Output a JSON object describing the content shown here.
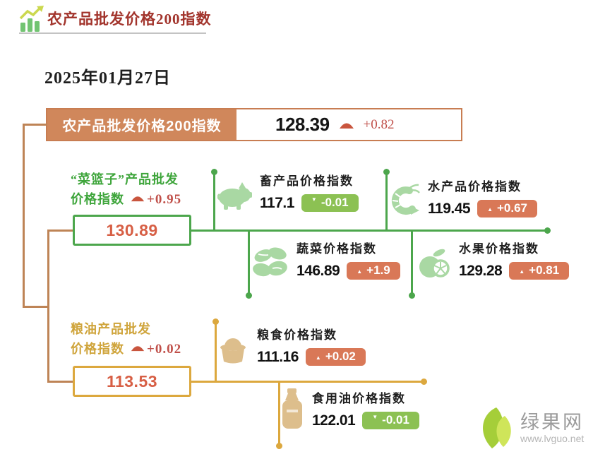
{
  "header": {
    "title": "农产品批发价格200指数"
  },
  "date": "2025年01月27日",
  "main_index": {
    "label": "农产品批发价格200指数",
    "value": "128.39",
    "change": "+0.82",
    "direction": "up"
  },
  "groups": {
    "basket": {
      "title_line1": "“菜篮子”产品批发",
      "title_line2": "价格指数",
      "change": "+0.95",
      "direction": "up",
      "value": "130.89"
    },
    "grain_oil": {
      "title_line1": "粮油产品批发",
      "title_line2": "价格指数",
      "change": "+0.02",
      "direction": "up",
      "value": "113.53"
    }
  },
  "items": [
    {
      "name": "livestock",
      "icon": "pig-icon",
      "title": "畜产品价格指数",
      "value": "117.1",
      "change": "-0.01",
      "direction": "down"
    },
    {
      "name": "aquatic",
      "icon": "shrimp-icon",
      "title": "水产品价格指数",
      "value": "119.45",
      "change": "+0.67",
      "direction": "up"
    },
    {
      "name": "vegetable",
      "icon": "vegetable-icon",
      "title": "蔬菜价格指数",
      "value": "146.89",
      "change": "+1.9",
      "direction": "up"
    },
    {
      "name": "fruit",
      "icon": "fruit-icon",
      "title": "水果价格指数",
      "value": "129.28",
      "change": "+0.81",
      "direction": "up"
    },
    {
      "name": "grain",
      "icon": "grain-icon",
      "title": "粮食价格指数",
      "value": "111.16",
      "change": "+0.02",
      "direction": "up"
    },
    {
      "name": "edible_oil",
      "icon": "oil-bottle-icon",
      "title": "食用油价格指数",
      "value": "122.01",
      "change": "-0.01",
      "direction": "down"
    }
  ],
  "glyphs": {
    "up": "▲",
    "down": "▼"
  },
  "logo": {
    "name": "绿果网",
    "url": "www.lvguo.net"
  },
  "colors": {
    "header_title": "#A2342C",
    "main_box_fill": "#D0875B",
    "main_box_border": "#C87D52",
    "bracket_line": "#BE8456",
    "green_line": "#4CA64C",
    "gold_line": "#DCA83E",
    "green_text": "#3EA53B",
    "gold_text": "#CFA43B",
    "value_red": "#D75F45",
    "change_red": "#C0504A",
    "badge_up": "#D97857",
    "badge_down": "#8CC153",
    "icon_green": "#A9D8A3",
    "icon_tan": "#DDBE8C"
  }
}
